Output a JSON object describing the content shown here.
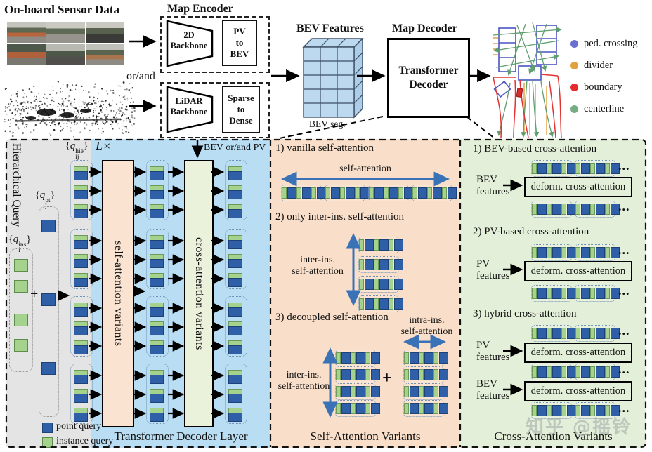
{
  "figure": {
    "sensor_title": "On-board Sensor Data",
    "or_and": "or/and",
    "encoder": {
      "title": "Map Encoder",
      "backbone_2d": "2D\nBackbone",
      "pv_to_bev": "PV\nto\nBEV",
      "lidar_backbone": "LiDAR\nBackbone",
      "sparse_to_dense": "Sparse\nto\nDense"
    },
    "bev": {
      "title": "BEV Features",
      "seg_caption": "BEV seg."
    },
    "decoder": {
      "title": "Map Decoder",
      "box_label": "Transformer\nDecoder"
    },
    "map_legend": [
      {
        "label": "ped. crossing",
        "color": "#6b6fd0"
      },
      {
        "label": "divider",
        "color": "#e0a23e"
      },
      {
        "label": "boundary",
        "color": "#e52b2b"
      },
      {
        "label": "centerline",
        "color": "#73ad80"
      }
    ]
  },
  "decoder_layer": {
    "hier_label": "Hierarchical Query",
    "q_ins": {
      "open": "{",
      "base": "q",
      "sub": "i",
      "sup": "ins",
      "close": "}"
    },
    "q_pt": {
      "open": "{",
      "base": "q",
      "sub": "j",
      "sup": "pt",
      "close": "}"
    },
    "q_hie": {
      "open": "{",
      "base": "q",
      "sub": "ij",
      "sup": "hie",
      "close": "}"
    },
    "loop_label": "L×",
    "bev_pv_label": "BEV or/and PV",
    "self_box_label": "self-attention variants",
    "cross_box_label": "cross-attention variants",
    "plus": "+",
    "caption": "Transformer Decoder Layer",
    "legend_point": "point query",
    "legend_instance": "instance query",
    "structure": {
      "groups": 4,
      "tokens_per_group": 3
    }
  },
  "self_panel": {
    "caption": "Self-Attention Variants",
    "v1": {
      "title": "1) vanilla self-attention",
      "arrow_label": "self-attention"
    },
    "v2": {
      "title": "2) only inter-ins. self-attention",
      "arrow_label": "inter-ins.\nself-attention"
    },
    "v3": {
      "title": "3) decoupled self-attention",
      "inter_label": "inter-ins.\nself-attention",
      "intra_label": "intra-ins.\nself-attention",
      "plus": "+"
    }
  },
  "cross_panel": {
    "caption": "Cross-Attention Variants",
    "deform_label": "deform. cross-attention",
    "ellipsis": "...",
    "v1": {
      "title": "1) BEV-based cross-attention",
      "feature_label": "BEV\nfeatures"
    },
    "v2": {
      "title": "2) PV-based cross-attention",
      "feature_label": "PV\nfeatures"
    },
    "v3": {
      "title": "3) hybrid cross-attention",
      "feature_label_top": "PV\nfeatures",
      "feature_label_bottom": "BEV\nfeatures"
    }
  },
  "watermark": "知乎 @摇铃",
  "colors": {
    "panel_gray": "#e4e4e4",
    "panel_blue": "#b9ddf2",
    "panel_peach": "#f9dfc9",
    "panel_green": "#e3efd8",
    "self_box": "#fbe3d1",
    "cross_box": "#ebf2dc",
    "token_green": "#a5d28c",
    "token_blue": "#2f5fa7",
    "arrow_blue": "#3a72b8"
  }
}
